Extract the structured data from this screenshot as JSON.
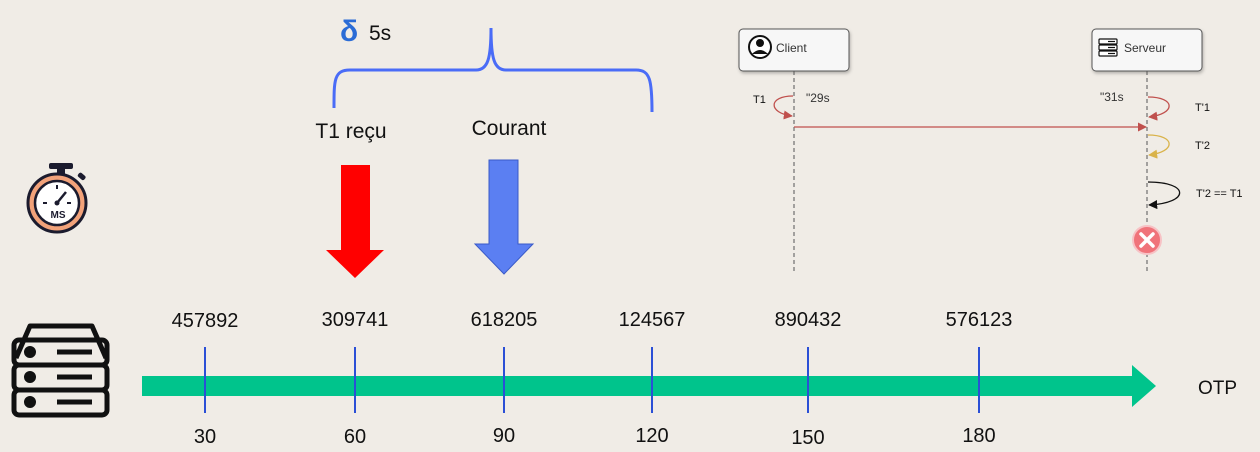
{
  "delta": {
    "symbol": "δ",
    "value": "5s"
  },
  "labels": {
    "received": "T1 reçu",
    "current": "Courant"
  },
  "timeline": {
    "axis_label": "OTP",
    "ticks": [
      {
        "time": "30",
        "otp": "457892"
      },
      {
        "time": "60",
        "otp": "309741"
      },
      {
        "time": "90",
        "otp": "618205"
      },
      {
        "time": "120",
        "otp": "124567"
      },
      {
        "time": "150",
        "otp": "890432"
      },
      {
        "time": "180",
        "otp": "576123"
      }
    ]
  },
  "stopwatch": {
    "text": "MS"
  },
  "sequence": {
    "client": {
      "label": "Client"
    },
    "server": {
      "label": "Serveur"
    },
    "client_time": "\"29s",
    "server_time": "\"31s",
    "client_token": "T1",
    "server_token_1": "T'1",
    "server_token_2": "T'2",
    "comparison": "T'2  == T1"
  },
  "colors": {
    "brace": "#4a6cf7",
    "received_arrow": "#ff0000",
    "current_arrow": "#5b7ff2",
    "timeline": "#00c48c",
    "tick": "#2b4fd6",
    "seq_red": "#c0504d",
    "seq_yellow": "#d9b34a",
    "seq_black": "#111111",
    "error": "#f0737a"
  }
}
